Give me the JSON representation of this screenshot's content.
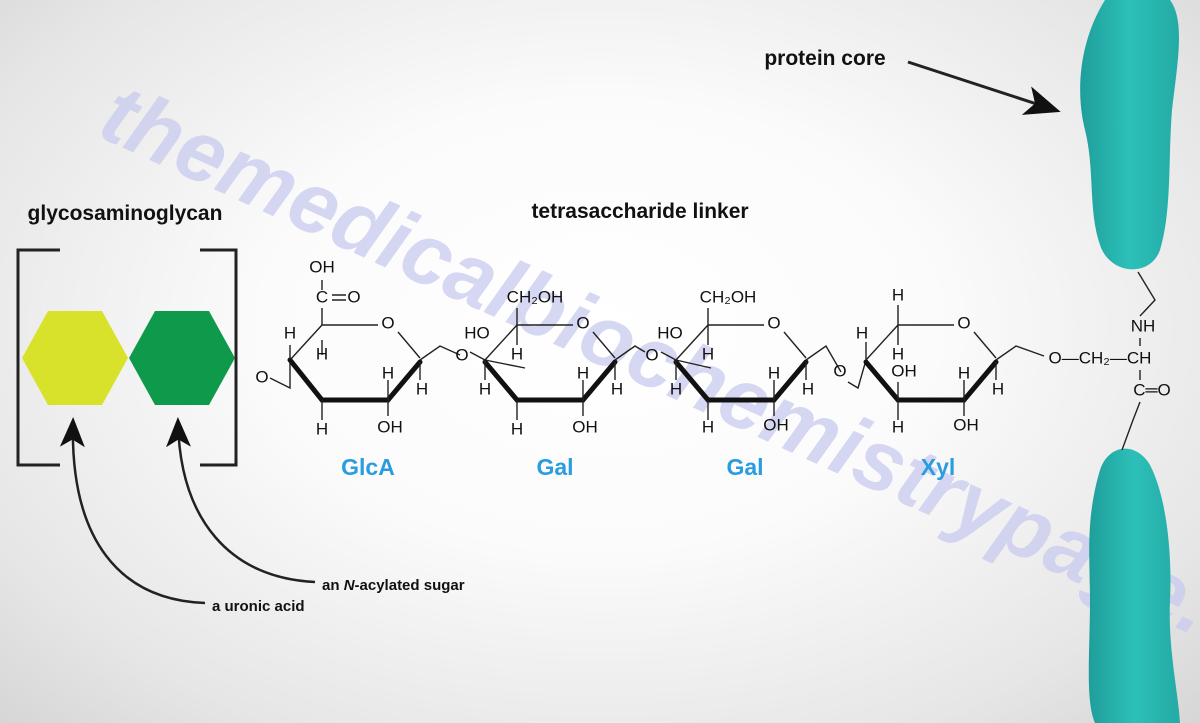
{
  "titles": {
    "gag": "glycosaminoglycan",
    "linker": "tetrasaccharide linker",
    "protein": "protein core"
  },
  "annotations": {
    "uronic": "a uronic acid",
    "acylated_prefix": "an ",
    "acylated_italic": "N",
    "acylated_suffix": "-acylated sugar"
  },
  "sugars": [
    "GlcA",
    "Gal",
    "Gal",
    "Xyl"
  ],
  "atoms": {
    "H": "H",
    "O": "O",
    "OH": "OH",
    "HO": "HO",
    "C": "C",
    "CH2OH": "CH₂OH",
    "chain": "O—CH₂—CH",
    "NH": "NH",
    "CO": "C═O"
  },
  "watermark": "themedicalbiochemistrypage.org",
  "colors": {
    "uronic": "#d9e22b",
    "acylated": "#0f9a4b",
    "protein": "#27b8b2",
    "sugar_label": "#2a9de0"
  }
}
